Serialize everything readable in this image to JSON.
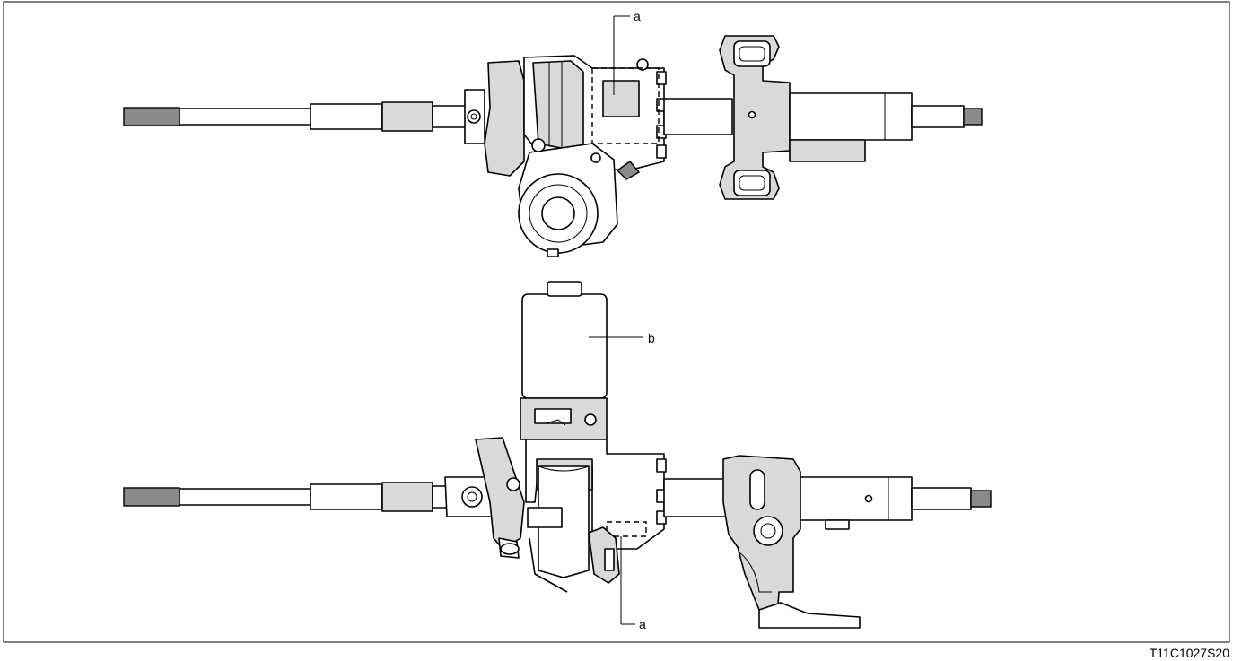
{
  "figure_id": "T11C1027S20",
  "callouts": {
    "top_a": "a",
    "bottom_b": "b",
    "bottom_a": "a"
  },
  "colors": {
    "line": "#000000",
    "fill_light": "#d9d9d9",
    "fill_dark": "#8a8a8a",
    "background": "#ffffff"
  }
}
